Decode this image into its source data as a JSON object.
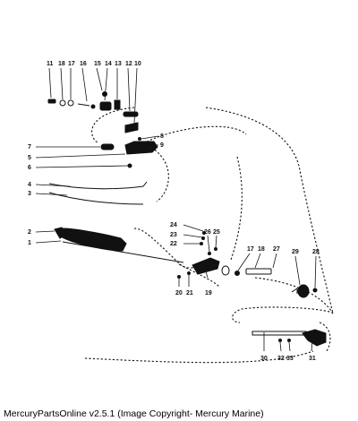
{
  "diagram": {
    "callouts": {
      "c1": "1",
      "c2": "2",
      "c3": "3",
      "c4": "4",
      "c5": "5",
      "c6": "6",
      "c7": "7",
      "c8": "8",
      "c9": "9",
      "c10": "10",
      "c11": "11",
      "c12": "12",
      "c13": "13",
      "c14": "14",
      "c15": "15",
      "c16": "16",
      "c17a": "17",
      "c17b": "17",
      "c18a": "18",
      "c18b": "18",
      "c19": "19",
      "c20": "20",
      "c21": "21",
      "c22": "22",
      "c23": "23",
      "c24": "24",
      "c25": "25",
      "c26": "26",
      "c27": "27",
      "c28": "28",
      "c29": "29",
      "c30": "30",
      "c31": "31",
      "c32": "32",
      "c33": "33"
    }
  },
  "footer": {
    "caption": "MercuryPartsOnline v2.5.1 (Image Copyright- Mercury Marine)"
  }
}
